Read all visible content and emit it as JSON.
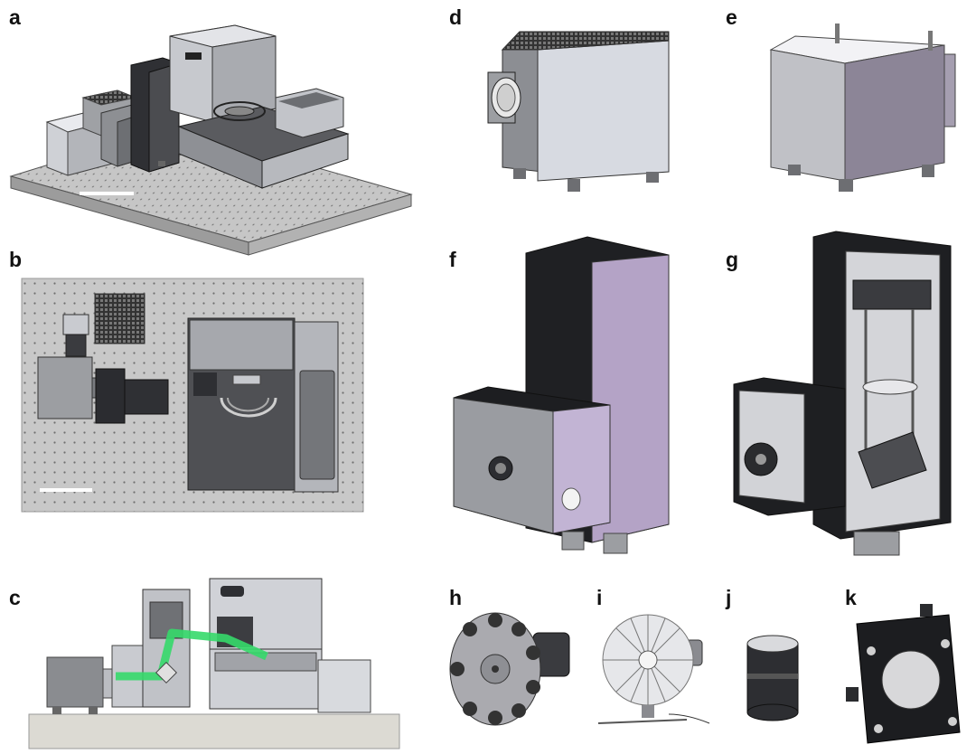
{
  "panels": {
    "a": {
      "label": "a"
    },
    "b": {
      "label": "b"
    },
    "c": {
      "label": "c"
    },
    "d": {
      "label": "d"
    },
    "e": {
      "label": "e"
    },
    "f": {
      "label": "f"
    },
    "g": {
      "label": "g"
    },
    "h": {
      "label": "h"
    },
    "i": {
      "label": "i"
    },
    "j": {
      "label": "j"
    },
    "k": {
      "label": "k"
    }
  },
  "colors": {
    "table": "#c9c9c9",
    "metal_light": "#d6d8de",
    "metal_mid": "#a7a9ad",
    "metal_dark": "#3b3c40",
    "lavender": "#b9aec6",
    "beam": "#35d96a"
  }
}
